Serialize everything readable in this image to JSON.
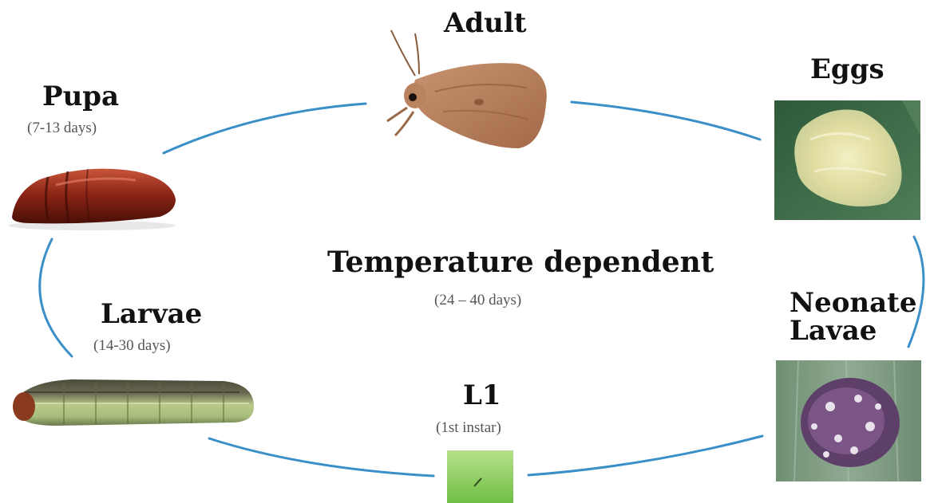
{
  "center": {
    "title": "Temperature dependent",
    "duration": "(24 – 40 days)"
  },
  "stages": {
    "adult": {
      "title": "Adult"
    },
    "eggs": {
      "title": "Eggs"
    },
    "neonate": {
      "title_line1": "Neonate",
      "title_line2": "Lavae"
    },
    "l1": {
      "title": "L1",
      "subtitle": "(1st instar)"
    },
    "larvae": {
      "title": "Larvae",
      "duration": "(14-30 days)"
    },
    "pupa": {
      "title": "Pupa",
      "duration": "(7-13 days)"
    }
  },
  "colors": {
    "cycle_line": "#3a8fc9",
    "text": "#111111",
    "subtext": "#555555"
  }
}
